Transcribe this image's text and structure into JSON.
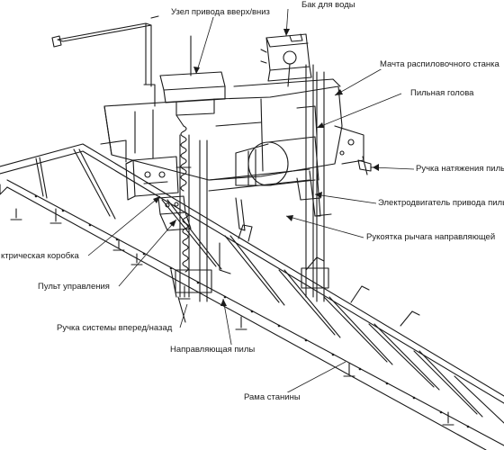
{
  "labels": {
    "lift_drive": "Узел привода вверх/вниз",
    "water_tank": "Бак для воды",
    "saw_mast": "Мачта распиловочного станка",
    "saw_head": "Пильная голова",
    "tension_handle": "Ручка натяжения пилы",
    "motor": "Электродвигатель привода пилы",
    "guide_lever": "Рукоятка рычага направляющей",
    "electrical_box": "ктрическая коробка",
    "control_panel": "Пульт управления",
    "fwd_back_handle": "Ручка системы вперед/назад",
    "saw_guide": "Направляющая пилы",
    "frame": "Рама станины"
  }
}
